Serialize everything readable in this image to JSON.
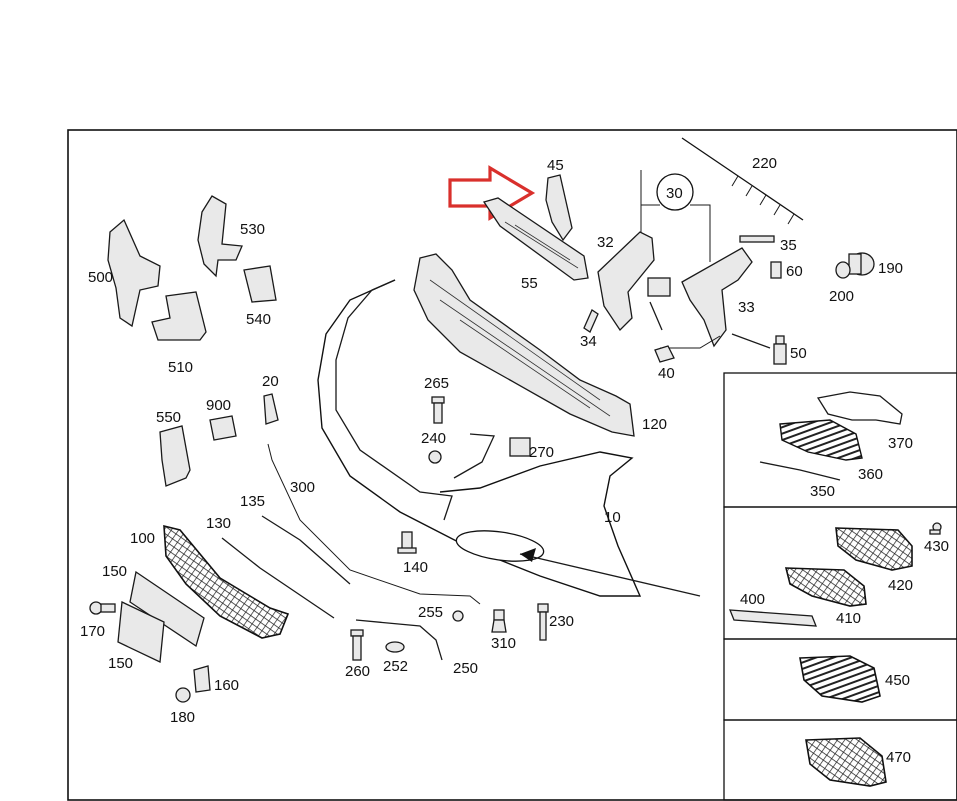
{
  "accent_color": "#d9302c",
  "labels": {
    "l500": "500",
    "l530": "530",
    "l540": "540",
    "l510": "510",
    "l550": "550",
    "l900": "900",
    "l20": "20",
    "l45": "45",
    "l55": "55",
    "l30": "30",
    "l32": "32",
    "l35": "35",
    "l60": "60",
    "l190": "190",
    "l200": "200",
    "l220": "220",
    "l33": "33",
    "l34": "34",
    "l40": "40",
    "l50": "50",
    "l265": "265",
    "l240": "240",
    "l270": "270",
    "l120": "120",
    "l300": "300",
    "l135": "135",
    "l130": "130",
    "l100": "100",
    "l10": "10",
    "l140": "140",
    "l150a": "150",
    "l150b": "150",
    "l170": "170",
    "l160": "160",
    "l180": "180",
    "l255": "255",
    "l230": "230",
    "l310": "310",
    "l260": "260",
    "l252": "252",
    "l250": "250",
    "l370": "370",
    "l360": "360",
    "l350": "350",
    "l430": "430",
    "l420": "420",
    "l400": "400",
    "l410": "410",
    "l450": "450",
    "l470": "470"
  },
  "icons": {
    "highlight": "red-outline-arrow-icon"
  }
}
